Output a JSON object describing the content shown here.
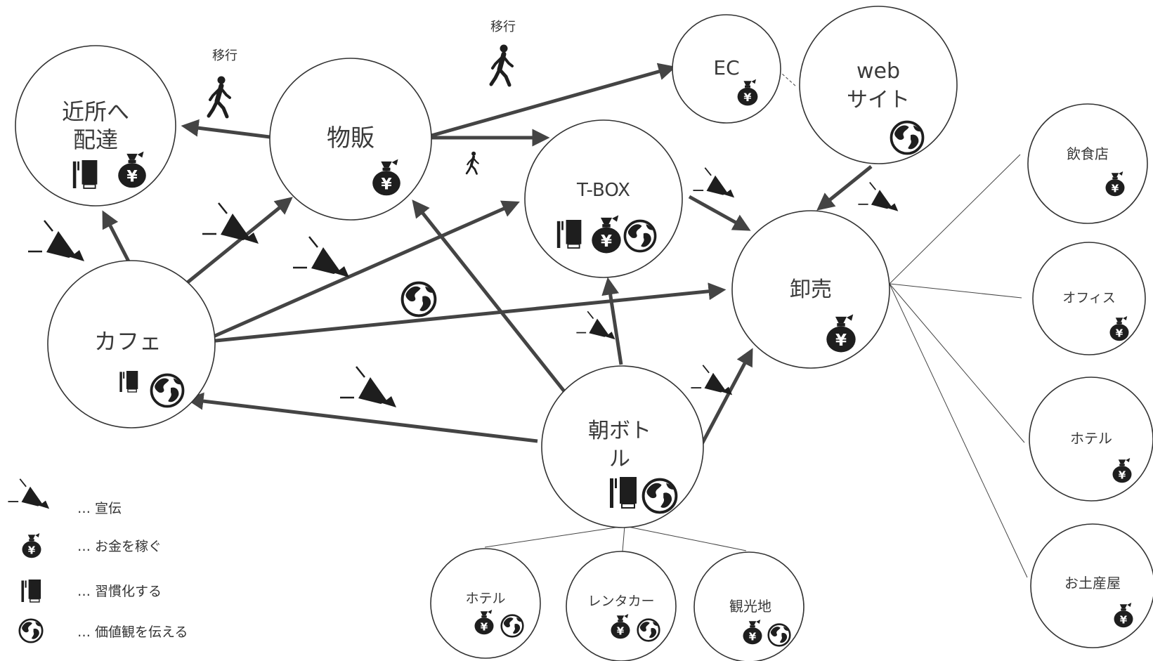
{
  "nodes": {
    "kinjo": {
      "line1": "近所へ",
      "line2": "配達"
    },
    "buppan": {
      "label": "物販"
    },
    "ec": {
      "label": "EC"
    },
    "web": {
      "line1": "web",
      "line2": "サイト"
    },
    "tbox": {
      "label": "T-BOX"
    },
    "oroshi": {
      "label": "卸売"
    },
    "cafe": {
      "label": "カフェ"
    },
    "asabottle": {
      "line1": "朝ボト",
      "line2": "ル"
    },
    "hotel_bottom": {
      "label": "ホテル"
    },
    "rentacar": {
      "label": "レンタカー"
    },
    "kankouchi": {
      "label": "観光地"
    },
    "inshokuten": {
      "label": "飲食店"
    },
    "office": {
      "label": "オフィス"
    },
    "hotel_right": {
      "label": "ホテル"
    },
    "omiyageya": {
      "label": "お土産屋"
    }
  },
  "walk_labels": {
    "top_left": "移行",
    "top_middle": "移行"
  },
  "legend": {
    "advertise": "… 宣伝",
    "earn": "… お金を稼ぐ",
    "habit": "… 習慣化する",
    "values": "… 価値観を伝える"
  },
  "icons": {
    "advertise": "megaphone-icon",
    "earn": "money-bag-icon",
    "habit": "toothbrush-toothpaste-icon",
    "values": "globe-icon",
    "walk": "walking-person-icon"
  },
  "colors": {
    "stroke": "#333333",
    "icon": "#1e1e1e",
    "arrow": "#444444"
  }
}
